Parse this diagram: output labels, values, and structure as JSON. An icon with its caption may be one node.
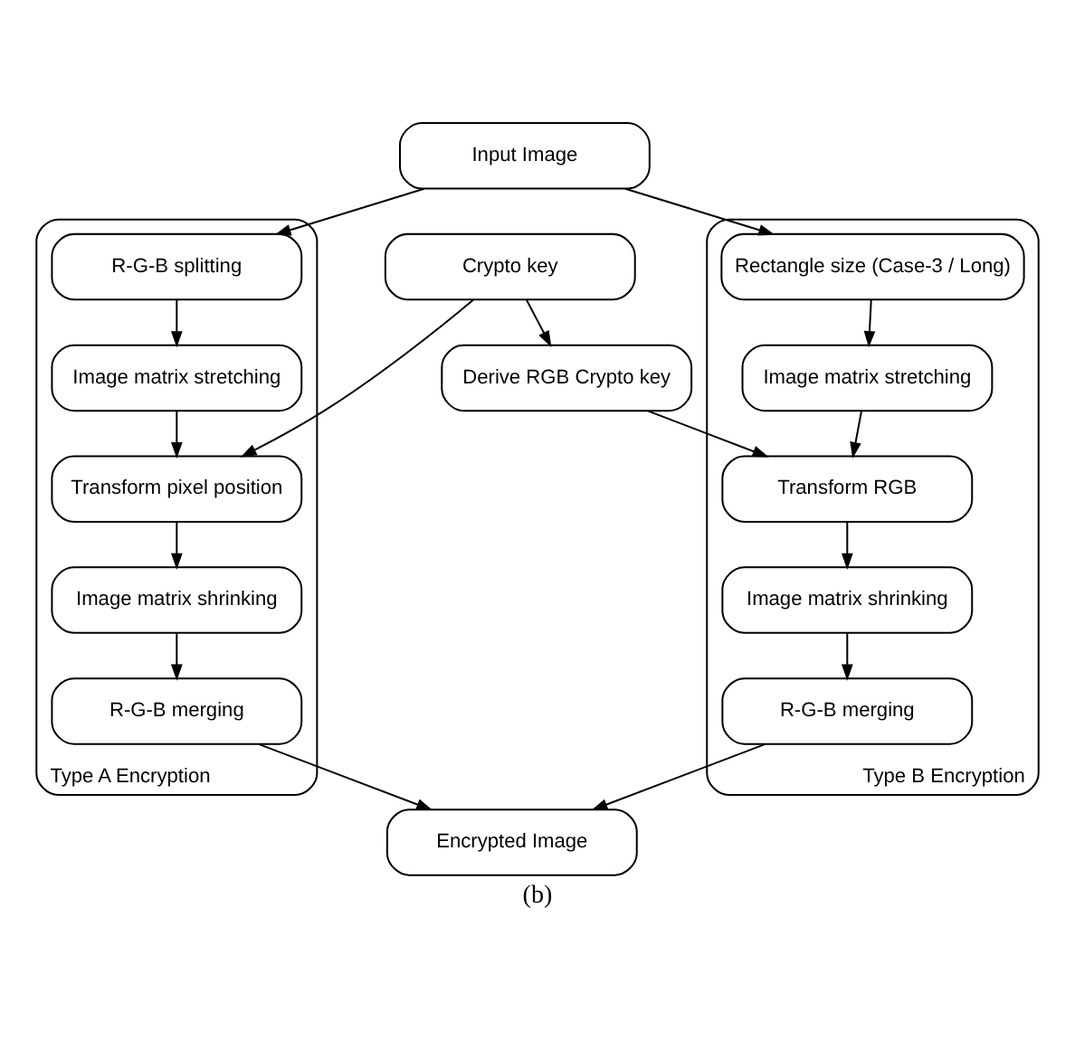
{
  "diagram": {
    "caption": "(b)",
    "nodes": [
      {
        "text": [
          "Input Image"
        ]
      },
      {
        "text": [
          "Type A Encryption"
        ]
      },
      {
        "text": [
          "R-G-B splitting"
        ],
        "in": 1
      },
      {
        "text": [
          "Image matrix stretching"
        ],
        "in": 1
      },
      {
        "text": [
          "Transform pixel position"
        ],
        "in": 1
      },
      {
        "text": [
          "Image matrix shrinking"
        ],
        "in": 1
      },
      {
        "text": [
          "R-G-B merging"
        ],
        "in": 1
      },
      {
        "text": [
          "Crypto key"
        ]
      },
      {
        "text": [
          "Derive RGB Crypto key"
        ]
      },
      {
        "text": [
          "Type B Encryption"
        ]
      },
      {
        "text": [
          "Rectangle size (Case-3 / Long)"
        ],
        "in": 9
      },
      {
        "text": [
          "Image matrix stretching"
        ],
        "in": 9
      },
      {
        "text": [
          "Transform RGB"
        ],
        "in": 9
      },
      {
        "text": [
          "Image matrix shrinking"
        ],
        "in": 9
      },
      {
        "text": [
          "R-G-B merging"
        ],
        "in": 9
      },
      {
        "text": [
          "Encrypted Image"
        ]
      }
    ],
    "edges": [
      {
        "from": 0,
        "to": 2,
        "arrow": "to"
      },
      {
        "from": 0,
        "to": 10,
        "arrow": "to"
      },
      {
        "from": 2,
        "to": 3,
        "arrow": "to"
      },
      {
        "from": 3,
        "to": 4,
        "arrow": "to"
      },
      {
        "from": 4,
        "to": 5,
        "arrow": "to"
      },
      {
        "from": 5,
        "to": 6,
        "arrow": "to"
      },
      {
        "from": 7,
        "to": 8,
        "arrow": "to"
      },
      {
        "from": 7,
        "to": 4,
        "arrow": "to"
      },
      {
        "from": 8,
        "to": 12,
        "arrow": "to"
      },
      {
        "from": 10,
        "to": 11,
        "arrow": "to"
      },
      {
        "from": 11,
        "to": 12,
        "arrow": "to"
      },
      {
        "from": 12,
        "to": 13,
        "arrow": "to"
      },
      {
        "from": 13,
        "to": 14,
        "arrow": "to"
      },
      {
        "from": 6,
        "to": 15,
        "arrow": "to"
      },
      {
        "from": 14,
        "to": 15,
        "arrow": "to"
      }
    ]
  }
}
